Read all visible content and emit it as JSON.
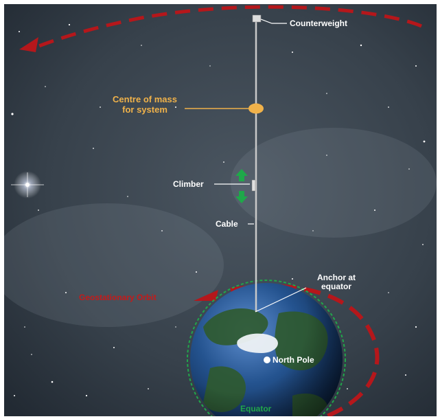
{
  "diagram": {
    "labels": {
      "counterweight": "Counterweight",
      "centre_of_mass_line1": "Centre of mass",
      "centre_of_mass_line2": "for system",
      "climber": "Climber",
      "cable": "Cable",
      "anchor_line1": "Anchor at",
      "anchor_line2": "equator",
      "geostationary_orbit": "Geostationary Orbit",
      "north_pole": "North Pole",
      "equator": "Equator"
    },
    "colors": {
      "space_background": "#2e3640",
      "orbit_dash": "#b5171b",
      "centre_of_mass": "#f0b24a",
      "climber_arrows": "#1fa84a",
      "equator_ring": "#21a74b",
      "cable": "#c9c9c9",
      "ocean": "#1f4f8e",
      "land": "#2f5a2e"
    },
    "icons": {
      "climber_up": "arrow-up-icon",
      "climber_down": "arrow-down-icon",
      "orbit_direction": "arrow-left-icon",
      "star": "star-glint-icon"
    }
  }
}
